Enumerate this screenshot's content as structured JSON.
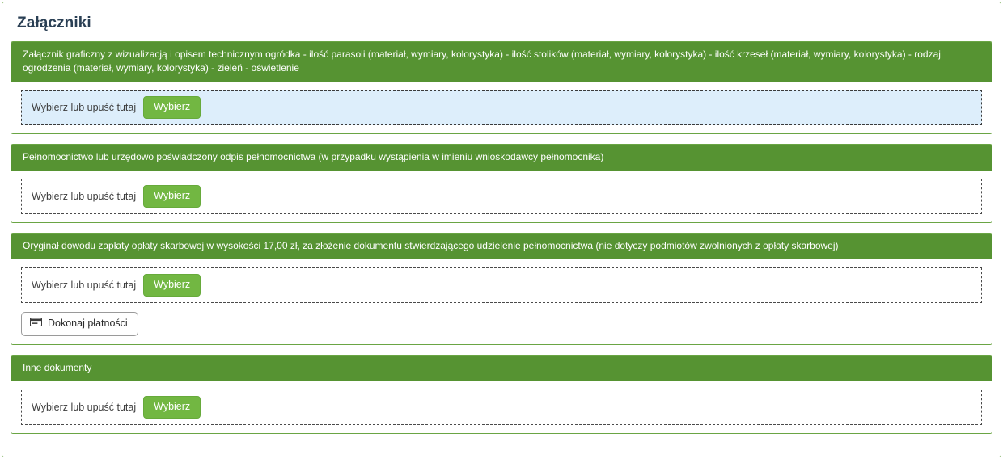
{
  "page": {
    "title": "Załączniki",
    "accent_green": "#569332",
    "button_green": "#72b742",
    "border_green": "#6aa544",
    "highlight_blue": "#ddeefb",
    "title_color": "#2a3f54"
  },
  "common": {
    "dropzone_label": "Wybierz lub upuść tutaj",
    "choose_button": "Wybierz"
  },
  "sections": [
    {
      "id": "wizualizacja",
      "header": "Załącznik graficzny z wizualizacją i opisem technicznym ogródka - ilość parasoli (materiał, wymiary, kolorystyka) - ilość stolików (materiał, wymiary, kolorystyka) - ilość krzeseł (materiał, wymiary, kolorystyka) - rodzaj ogrodzenia (materiał, wymiary, kolorystyka) - zieleń - oświetlenie",
      "dropzone_label": "Wybierz lub upuść tutaj",
      "choose_button": "Wybierz",
      "highlighted": true,
      "has_payment": false
    },
    {
      "id": "pelnomocnictwo",
      "header": "Pełnomocnictwo lub urzędowo poświadczony odpis pełnomocnictwa (w przypadku wystąpienia w imieniu wnioskodawcy pełnomocnika)",
      "dropzone_label": "Wybierz lub upuść tutaj",
      "choose_button": "Wybierz",
      "highlighted": false,
      "has_payment": false
    },
    {
      "id": "oplata-skarbowa",
      "header": "Oryginał dowodu zapłaty opłaty skarbowej w wysokości 17,00 zł, za złożenie dokumentu stwierdzającego udzielenie pełnomocnictwa (nie dotyczy podmiotów zwolnionych z opłaty skarbowej)",
      "dropzone_label": "Wybierz lub upuść tutaj",
      "choose_button": "Wybierz",
      "highlighted": false,
      "has_payment": true,
      "payment_button": "Dokonaj płatności",
      "payment_icon": "credit-card-icon"
    },
    {
      "id": "inne-dokumenty",
      "header": "Inne dokumenty",
      "dropzone_label": "Wybierz lub upuść tutaj",
      "choose_button": "Wybierz",
      "highlighted": false,
      "has_payment": false
    }
  ]
}
